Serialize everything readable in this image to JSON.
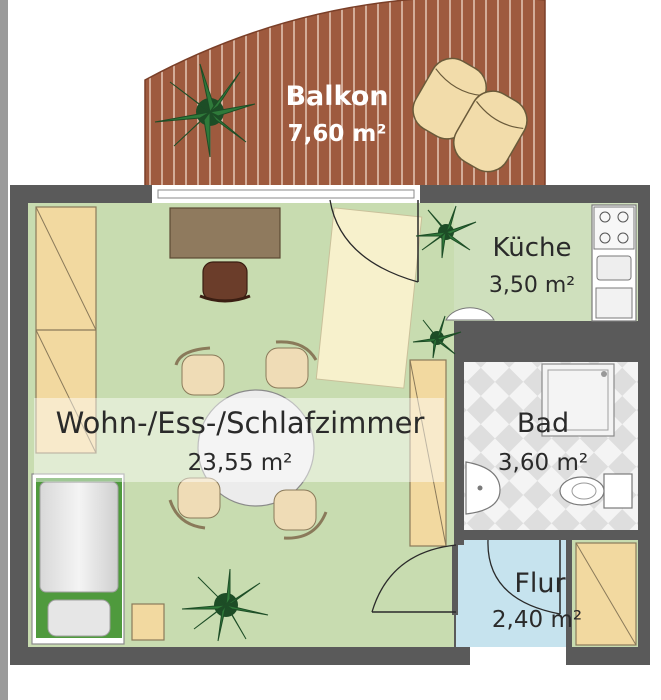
{
  "rooms": {
    "balkon": {
      "name": "Balkon",
      "area": "7,60 m²"
    },
    "kueche": {
      "name": "Küche",
      "area": "3,50 m²"
    },
    "wohnen": {
      "name": "Wohn-/Ess-/Schlafzimmer",
      "area": "23,55 m²"
    },
    "bad": {
      "name": "Bad",
      "area": "3,60 m²"
    },
    "flur": {
      "name": "Flur",
      "area": "2,40 m²"
    }
  },
  "colors": {
    "living_floor": "#c8dcb0",
    "kitchen_floor": "#cfe0bd",
    "balcony_wood": "#9e5a3e",
    "flur_floor": "#c6e3ee",
    "bath_tile_a": "#f1f1f1",
    "bath_tile_b": "#dcdcdc",
    "wall": "#5a5a5a",
    "cabinet": "#f2d9a0",
    "rug": "#f7f1cc",
    "plant": "#2f7a3a",
    "chair": "#efdcb6",
    "sofa_green": "#4f9a3d",
    "desk": "#8f7a5e"
  }
}
